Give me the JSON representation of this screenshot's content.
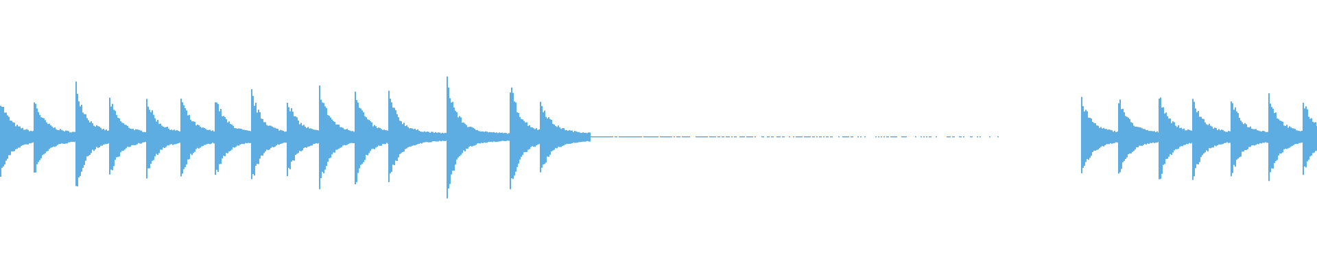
{
  "chart_data": {
    "type": "area",
    "title": "",
    "xlabel": "",
    "ylabel": "",
    "ylim": [
      -1,
      1
    ],
    "grid": false,
    "legend": "none",
    "color": "#5dade2",
    "series": [
      {
        "peak_amplitudes_first_group": [
          0.21,
          0.21,
          0.32,
          0.22,
          0.22,
          0.23,
          0.24,
          0.27,
          0.22,
          0.3,
          0.29,
          0.26,
          0.35,
          0.32,
          0.21
        ],
        "peak_amplitudes_second_group": [
          0.21,
          0.23,
          0.26,
          0.24,
          0.22,
          0.25,
          0.2
        ]
      }
    ]
  }
}
